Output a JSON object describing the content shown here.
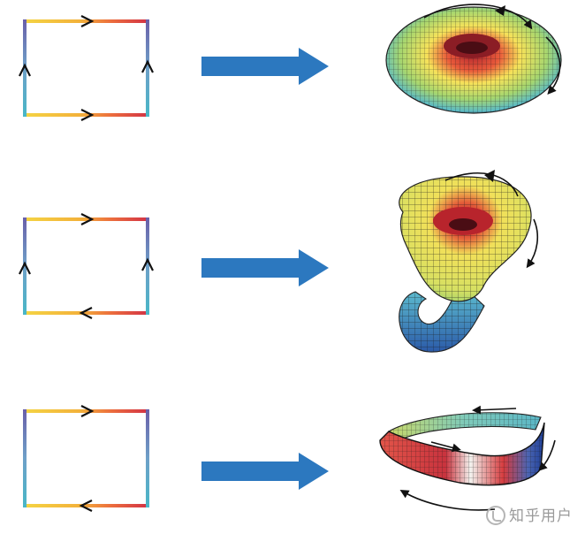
{
  "rows": [
    {
      "name": "torus",
      "square": {
        "top": "right",
        "bottom": "right",
        "left": "up",
        "right": "up"
      }
    },
    {
      "name": "klein-bottle",
      "square": {
        "top": "right",
        "bottom": "left",
        "left": "up",
        "right": "up"
      }
    },
    {
      "name": "mobius-strip",
      "square": {
        "top": "right",
        "bottom": "left",
        "left": "none",
        "right": "none"
      }
    }
  ],
  "colors": {
    "arrow_blue": "#2c78bf",
    "edge_yellow": "#f2cf3a",
    "edge_orange": "#ee7f3e",
    "edge_red": "#d7313f",
    "edge_purple": "#6d62a8",
    "edge_cyan": "#4aaec6"
  },
  "watermark": "知乎用户"
}
